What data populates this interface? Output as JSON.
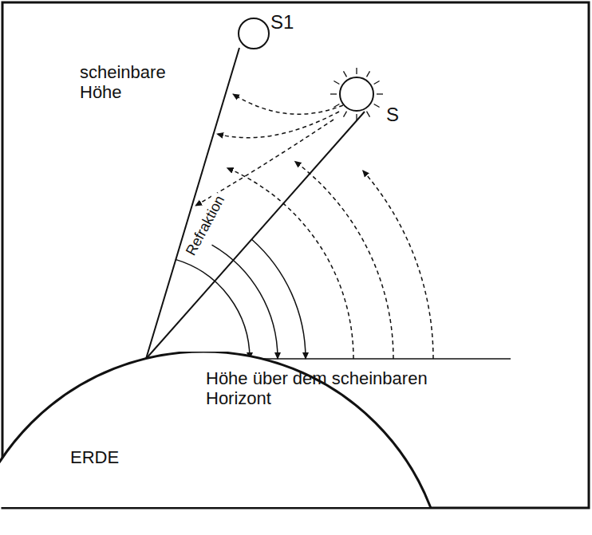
{
  "diagram": {
    "nodes": [
      {
        "text": [
          "ERDE"
        ]
      }
    ],
    "labels": [
      "S1",
      "S",
      "scheinbare Höhe",
      "Refraktion",
      "Höhe über dem scheinbaren Horizont"
    ]
  }
}
